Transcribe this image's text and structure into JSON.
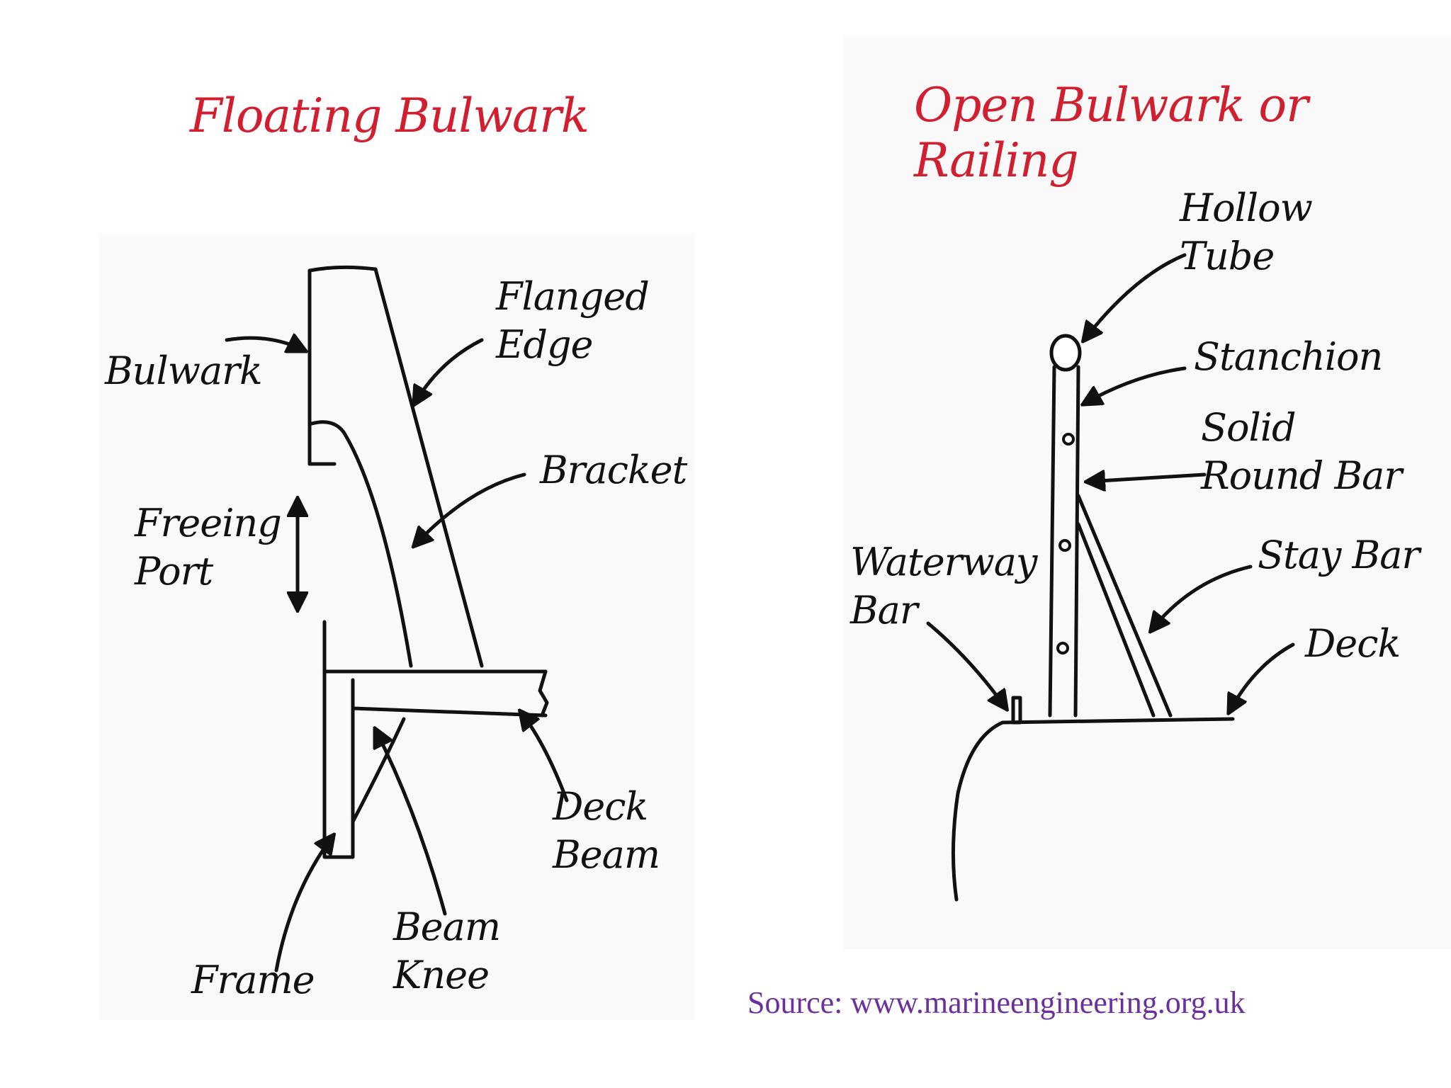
{
  "floating_bulwark": {
    "title": "Floating Bulwark",
    "labels": {
      "bulwark": "Bulwark",
      "flanged_edge": "Flanged\nEdge",
      "bracket": "Bracket",
      "freeing_port": "Freeing\nPort",
      "deck_beam": "Deck\nBeam",
      "beam_knee": "Beam\nKnee",
      "frame": "Frame"
    }
  },
  "open_bulwark": {
    "title": "Open Bulwark or\nRailing",
    "labels": {
      "hollow_tube": "Hollow\nTube",
      "stanchion": "Stanchion",
      "solid_round_bar": "Solid\nRound Bar",
      "waterway_bar": "Waterway\nBar",
      "stay_bar": "Stay Bar",
      "deck": "Deck"
    }
  },
  "source": "Source: www.marineengineering.org.uk"
}
